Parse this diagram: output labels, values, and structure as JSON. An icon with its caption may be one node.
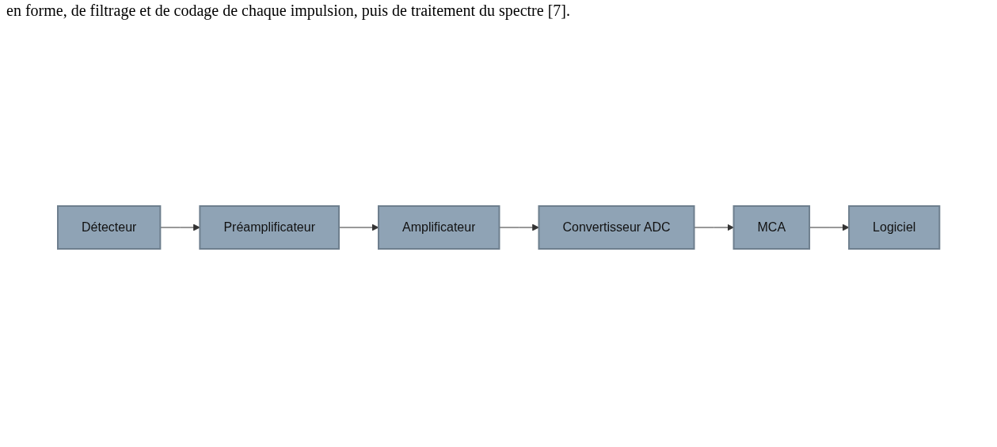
{
  "diagram": {
    "nodes": [
      {
        "text": [
          "Détecteur"
        ]
      },
      {
        "text": [
          "Préamplificateur"
        ]
      },
      {
        "text": [
          "Amplificateur"
        ]
      },
      {
        "text": [
          "Convertisseur ADC"
        ]
      },
      {
        "text": [
          "MCA"
        ]
      },
      {
        "text": [
          "Logiciel"
        ]
      }
    ],
    "edges": [
      {
        "from": 0,
        "to": 1,
        "arrow": "to"
      },
      {
        "from": 1,
        "to": 2,
        "arrow": "to"
      },
      {
        "from": 2,
        "to": 3,
        "arrow": "to"
      },
      {
        "from": 3,
        "to": 4,
        "arrow": "to"
      },
      {
        "from": 4,
        "to": 5,
        "arrow": "to"
      }
    ],
    "labels": [
      "en forme, de filtrage et de codage de chaque impulsion, puis de traitement du spectre [7]."
    ]
  }
}
